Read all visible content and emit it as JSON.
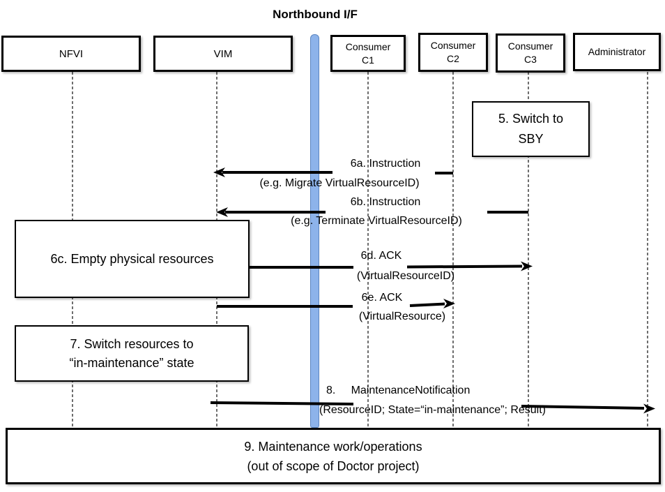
{
  "title": "Northbound I/F",
  "actors": {
    "nfvi": {
      "label": "NFVI"
    },
    "vim": {
      "label": "VIM"
    },
    "c1": {
      "line1": "Consumer",
      "line2": "C1"
    },
    "c2": {
      "line1": "Consumer",
      "line2": "C2"
    },
    "c3": {
      "line1": "Consumer",
      "line2": "C3"
    },
    "admin": {
      "label": "Administrator"
    }
  },
  "notes": {
    "n5": {
      "line1": "5. Switch to",
      "line2": "SBY"
    },
    "n6c": {
      "line1": "6c. Empty physical resources"
    },
    "n7": {
      "line1": "7. Switch resources to",
      "line2": "“in-maintenance” state"
    },
    "n9": {
      "line1": "9. Maintenance work/operations",
      "line2": "(out of scope of Doctor project)"
    }
  },
  "messages": {
    "m6a": {
      "label": "6a. Instruction",
      "detail": "(e.g. Migrate VirtualResourceID)"
    },
    "m6b": {
      "label": "6b. Instruction",
      "detail": "(e.g. Terminate VirtualResourceID)"
    },
    "m6d": {
      "label": "6d. ACK",
      "detail": "(VirtualResourceID)"
    },
    "m6e": {
      "label": "6e. ACK",
      "detail": "(VirtualResource)"
    },
    "m8": {
      "label": "8.     MaintenanceNotification",
      "detail": "(ResourceID; State=“in-maintenance”; Result)"
    }
  },
  "colors": {
    "bar_fill": "#8db3ea",
    "bar_border": "#5c86c0",
    "arrow": "#000000",
    "lifeline": "#4a4a4a"
  }
}
